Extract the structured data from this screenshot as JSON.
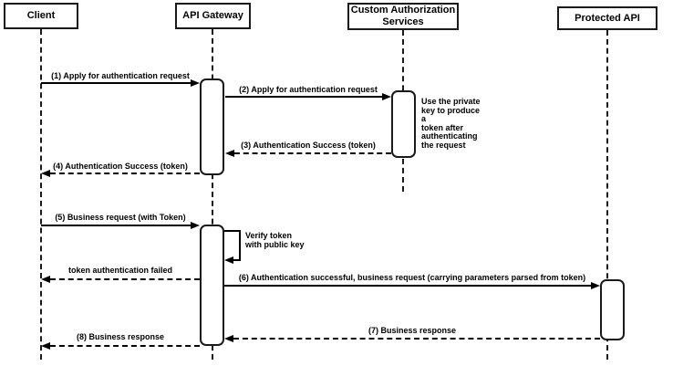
{
  "diagram": {
    "type": "sequence-diagram",
    "participants": [
      {
        "id": "client",
        "label": "Client"
      },
      {
        "id": "api-gateway",
        "label": "API Gateway"
      },
      {
        "id": "custom-authorization-services",
        "label": "Custom Authorization\nServices"
      },
      {
        "id": "protected-api",
        "label": "Protected API"
      }
    ],
    "messages": [
      {
        "label": "(1) Apply for authentication request",
        "type": "solid",
        "from": "client",
        "to": "api-gateway"
      },
      {
        "label": "(2) Apply for authentication request",
        "type": "solid",
        "from": "api-gateway",
        "to": "custom-authorization-services"
      },
      {
        "label": "(3) Authentication Success (token)",
        "type": "dashed",
        "from": "custom-authorization-services",
        "to": "api-gateway"
      },
      {
        "label": "(4) Authentication Success (token)",
        "type": "dashed",
        "from": "api-gateway",
        "to": "client"
      },
      {
        "label": "(5) Business request (with Token)",
        "type": "solid",
        "from": "client",
        "to": "api-gateway"
      },
      {
        "label": "Verify token\nwith public key",
        "type": "self",
        "from": "api-gateway",
        "to": "api-gateway"
      },
      {
        "label": "token authentication failed",
        "type": "dashed",
        "from": "api-gateway",
        "to": "client"
      },
      {
        "label": "(6) Authentication successful, business request (carrying parameters parsed from token)",
        "type": "solid",
        "from": "api-gateway",
        "to": "protected-api"
      },
      {
        "label": "(7) Business response",
        "type": "dashed",
        "from": "protected-api",
        "to": "api-gateway"
      },
      {
        "label": "(8) Business response",
        "type": "dashed",
        "from": "api-gateway",
        "to": "client"
      }
    ],
    "note": {
      "label": "Use the private\nkey to produce a\ntoken after\nauthenticating\nthe request"
    },
    "colors": {
      "line": "#000000",
      "box_border": "#1a1a1a",
      "background": "#ffffff"
    }
  }
}
